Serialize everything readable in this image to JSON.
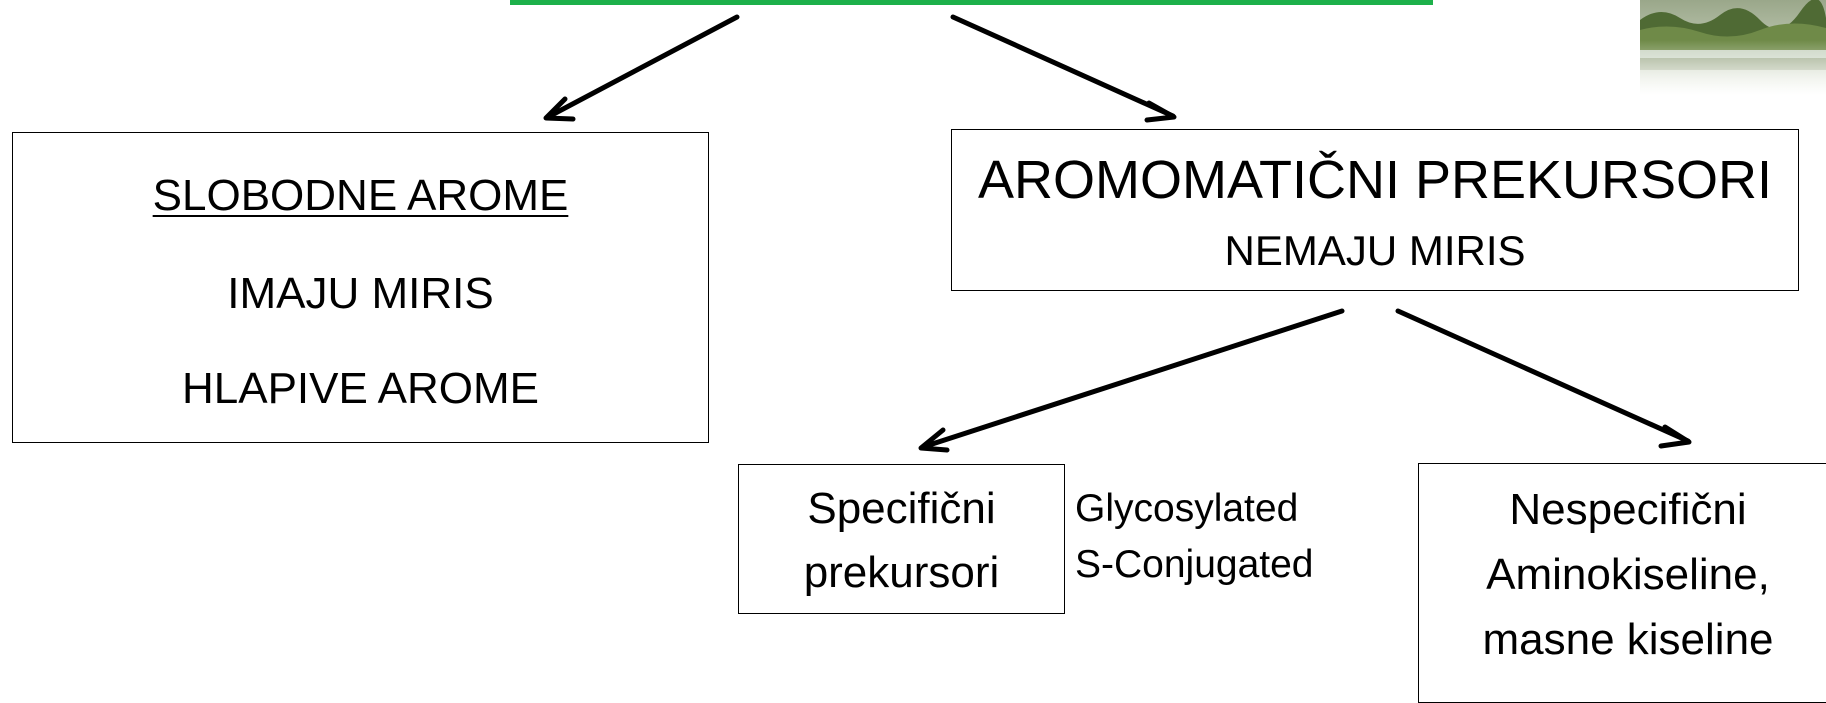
{
  "colors": {
    "accent_bar": "#1db04a",
    "stroke": "#000000"
  },
  "free_aromas": {
    "heading": "SLOBODNE AROME",
    "line2": "IMAJU MIRIS",
    "line3": "HLAPIVE AROME"
  },
  "precursors": {
    "heading": "AROMOMATIČNI PREKURSORI",
    "subheading": "NEMAJU MIRIS"
  },
  "specific": {
    "line1": "Specifični",
    "line2": "prekursori",
    "examples": [
      "Glycosylated",
      "S-Conjugated"
    ]
  },
  "nonspecific": {
    "line1": "Nespecifični",
    "line2": "Aminokiseline,",
    "line3": "masne kiseline"
  }
}
